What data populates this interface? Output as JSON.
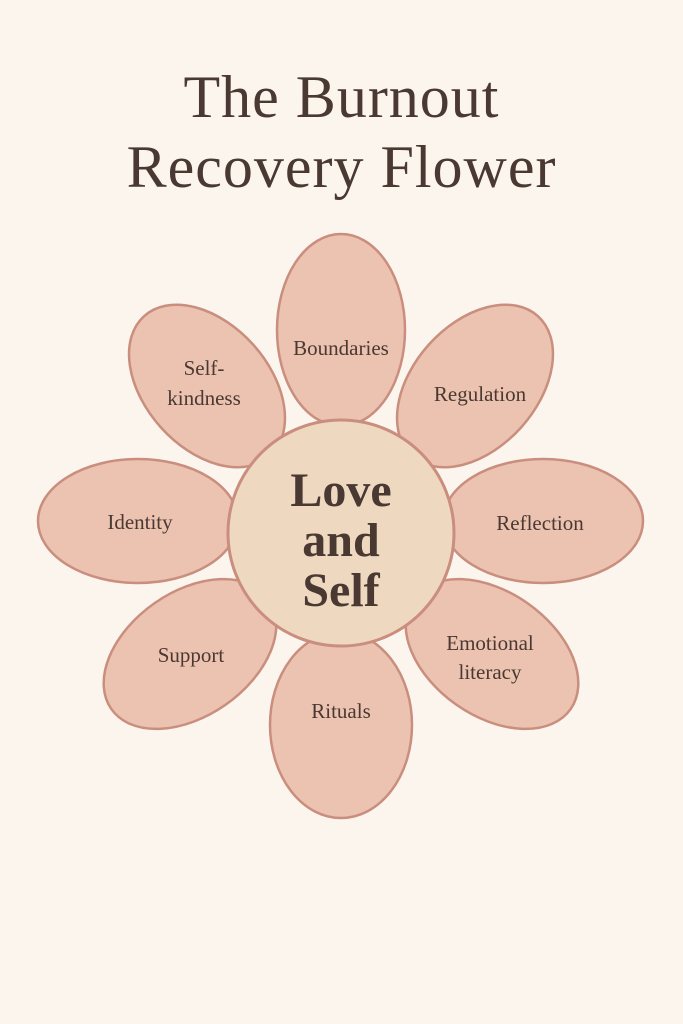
{
  "title": {
    "line1": "The Burnout",
    "line2": "Recovery Flower"
  },
  "center": {
    "line1": "Love",
    "line2": "and",
    "line3": "Self"
  },
  "petals": {
    "boundaries": "Boundaries",
    "regulation": "Regulation",
    "reflection": "Reflection",
    "emotional_literacy": {
      "line1": "Emotional",
      "line2": "literacy"
    },
    "rituals": "Rituals",
    "support": "Support",
    "identity": "Identity",
    "self_kindness": {
      "line1": "Self-",
      "line2": "kindness"
    }
  },
  "colors": {
    "background": "#fbf5ee",
    "petal": "#ecc3b0",
    "petal_stroke": "#c98e7e",
    "center": "#eed9c0",
    "text": "#4a3832"
  }
}
